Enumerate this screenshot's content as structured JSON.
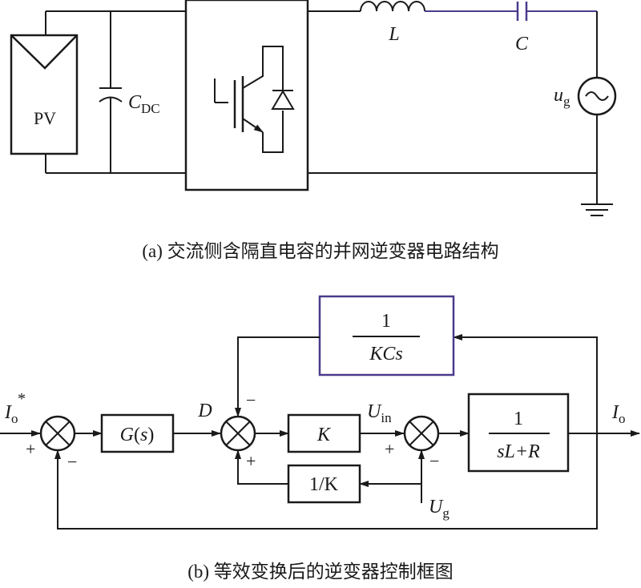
{
  "circuit": {
    "pv_label": "PV",
    "cdc": {
      "main": "C",
      "sub": "DC"
    },
    "inductor_label": "L",
    "capacitor_label": "C",
    "grid": {
      "main": "u",
      "sub": "g"
    },
    "caption": "(a) 交流侧含隔直电容的并网逆变器电路结构"
  },
  "block_diagram": {
    "input": {
      "main": "I",
      "sub": "o",
      "sup": "*"
    },
    "output": {
      "main": "I",
      "sub": "o"
    },
    "gs_block": {
      "func": "G",
      "arg": "s"
    },
    "d_label": "D",
    "k_block": "K",
    "uin": {
      "main": "U",
      "sub": "in"
    },
    "plant": {
      "num": "1",
      "den": "sL+R"
    },
    "feedback_block": {
      "num": "1",
      "den": "KCs"
    },
    "inv_k_block": "1/K",
    "ug": {
      "main": "U",
      "sub": "g"
    },
    "signs": {
      "sum1_plus": "+",
      "sum1_minus": "−",
      "sum2_minus": "−",
      "sum2_plus": "+",
      "sum3_plus": "+",
      "sum3_minus": "−"
    },
    "caption": "(b) 等效变换后的逆变器控制框图"
  }
}
